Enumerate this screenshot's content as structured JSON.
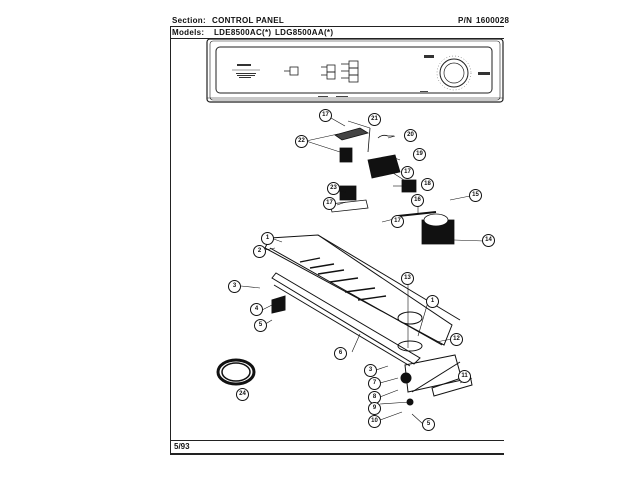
{
  "header": {
    "section_label": "Section:",
    "section_value": "CONTROL PANEL",
    "pn_label": "P/N",
    "pn_value": "1600028",
    "models_label": "Models:",
    "models": [
      "LDE8500AC(*)",
      "LDG8500AA(*)"
    ]
  },
  "footer": {
    "date": "5/93"
  },
  "diagram": {
    "title": "Control panel exploded parts view",
    "callouts": [
      {
        "id": "c1a",
        "label": "1"
      },
      {
        "id": "c2",
        "label": "2"
      },
      {
        "id": "c3a",
        "label": "3"
      },
      {
        "id": "c4",
        "label": "4"
      },
      {
        "id": "c5a",
        "label": "5"
      },
      {
        "id": "c6",
        "label": "6"
      },
      {
        "id": "c3b",
        "label": "3"
      },
      {
        "id": "c7",
        "label": "7"
      },
      {
        "id": "c8",
        "label": "8"
      },
      {
        "id": "c9",
        "label": "9"
      },
      {
        "id": "c10",
        "label": "10"
      },
      {
        "id": "c5b",
        "label": "5"
      },
      {
        "id": "c11",
        "label": "11"
      },
      {
        "id": "c12",
        "label": "12"
      },
      {
        "id": "c1b",
        "label": "1"
      },
      {
        "id": "c13",
        "label": "13"
      },
      {
        "id": "c14",
        "label": "14"
      },
      {
        "id": "c15",
        "label": "15"
      },
      {
        "id": "c16",
        "label": "16"
      },
      {
        "id": "c17a",
        "label": "17"
      },
      {
        "id": "c17b",
        "label": "17"
      },
      {
        "id": "c17c",
        "label": "17"
      },
      {
        "id": "c17d",
        "label": "17"
      },
      {
        "id": "c18",
        "label": "18"
      },
      {
        "id": "c19",
        "label": "19"
      },
      {
        "id": "c20",
        "label": "20"
      },
      {
        "id": "c21",
        "label": "21"
      },
      {
        "id": "c22",
        "label": "22"
      },
      {
        "id": "c23",
        "label": "23"
      },
      {
        "id": "c24",
        "label": "24"
      }
    ]
  }
}
